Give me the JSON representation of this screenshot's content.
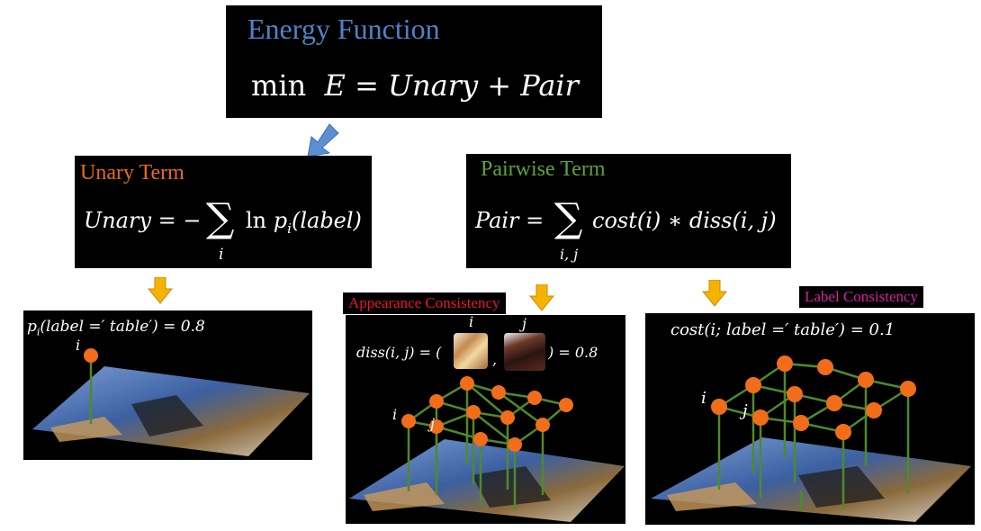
{
  "energy": {
    "title": "Energy Function",
    "min": "min",
    "E": "E",
    "eq": "=",
    "unary": "Unary",
    "plus": "+",
    "pair": "Pair"
  },
  "unary_term": {
    "title": "Unary Term",
    "lhs": "Unary",
    "rhs_prefix": "= −",
    "ln": "ln",
    "p": "p",
    "sub_i": "i",
    "arg": "(label)",
    "sum_index": "i"
  },
  "pairwise_term": {
    "title": "Pairwise Term",
    "lhs": "Pair",
    "eq": "=",
    "body": "cost(i) ∗ diss(i, j)",
    "sum_index": "i, j"
  },
  "panel_unary": {
    "formula_p": "p",
    "formula_sub": "i",
    "formula_rest": "(label =′ table′) = 0.8",
    "node_label": "i"
  },
  "panel_appearance": {
    "tag": "Appearance Consistency",
    "tag_color": "#e8162a",
    "formula_left": "diss(i, j) = (",
    "formula_comma": ",",
    "formula_right": ") = 0.8",
    "thumb_i": "i",
    "thumb_j": "j",
    "node_i": "i",
    "node_j": "j"
  },
  "panel_label": {
    "tag": "Label Consistency",
    "tag_color": "#d51fa0",
    "formula": "cost(i; label =′ table′) = 0.1",
    "node_i": "i",
    "node_j": "j"
  },
  "colors": {
    "node": "#f26d1a",
    "edge": "#4e8a2c",
    "arrow_down": "#f5b300",
    "arrow_diag": "#5b8fd1"
  }
}
